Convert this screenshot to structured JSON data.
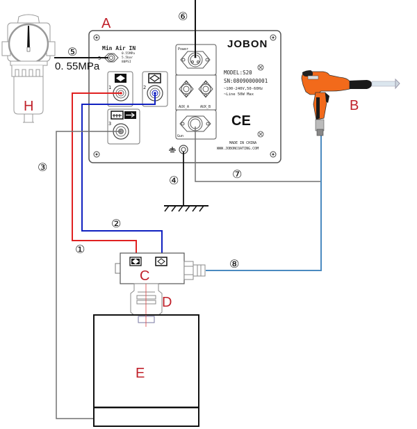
{
  "components": {
    "A": {
      "label": "A",
      "name": "control-unit"
    },
    "B": {
      "label": "B",
      "name": "spray-gun"
    },
    "C": {
      "label": "C",
      "name": "powder-injector"
    },
    "D": {
      "label": "D",
      "name": "injector-adapter"
    },
    "E": {
      "label": "E",
      "name": "powder-container"
    },
    "H": {
      "label": "H",
      "name": "air-filter-regulator"
    }
  },
  "connections": [
    {
      "id": "1",
      "marker": "①",
      "color": "#e02020"
    },
    {
      "id": "2",
      "marker": "②",
      "color": "#1020c0"
    },
    {
      "id": "3",
      "marker": "③",
      "color": "#707070"
    },
    {
      "id": "4",
      "marker": "④",
      "color": "#111111"
    },
    {
      "id": "5",
      "marker": "⑤",
      "color": "#111111"
    },
    {
      "id": "6",
      "marker": "⑥",
      "color": "#111111"
    },
    {
      "id": "7",
      "marker": "⑦",
      "color": "#707070"
    },
    {
      "id": "8",
      "marker": "⑧",
      "color": "#4a8ac0"
    }
  ],
  "air_pressure": "0. 55MPa",
  "panel": {
    "brand": "JOBON",
    "air_in_label": "Min Air IN",
    "air_in_port": "5",
    "air_in_specs": [
      "0.55MPa",
      "5.5bar",
      "80PSI"
    ],
    "port_1": "1",
    "port_2": "2",
    "port_3": "3",
    "power_label": "Power",
    "aux_a": "AUX_A",
    "aux_b": "AUX_B",
    "gun_label": "Gun",
    "model": "MODEL:S20",
    "sn": "SN:08090000001",
    "voltage": "~100-240V,50-60Hz",
    "line": "~Line 50W Max",
    "ce_mark": "CE",
    "made_in": "MADE IN CHINA",
    "website": "WWW.JOBONCOATING.COM"
  }
}
